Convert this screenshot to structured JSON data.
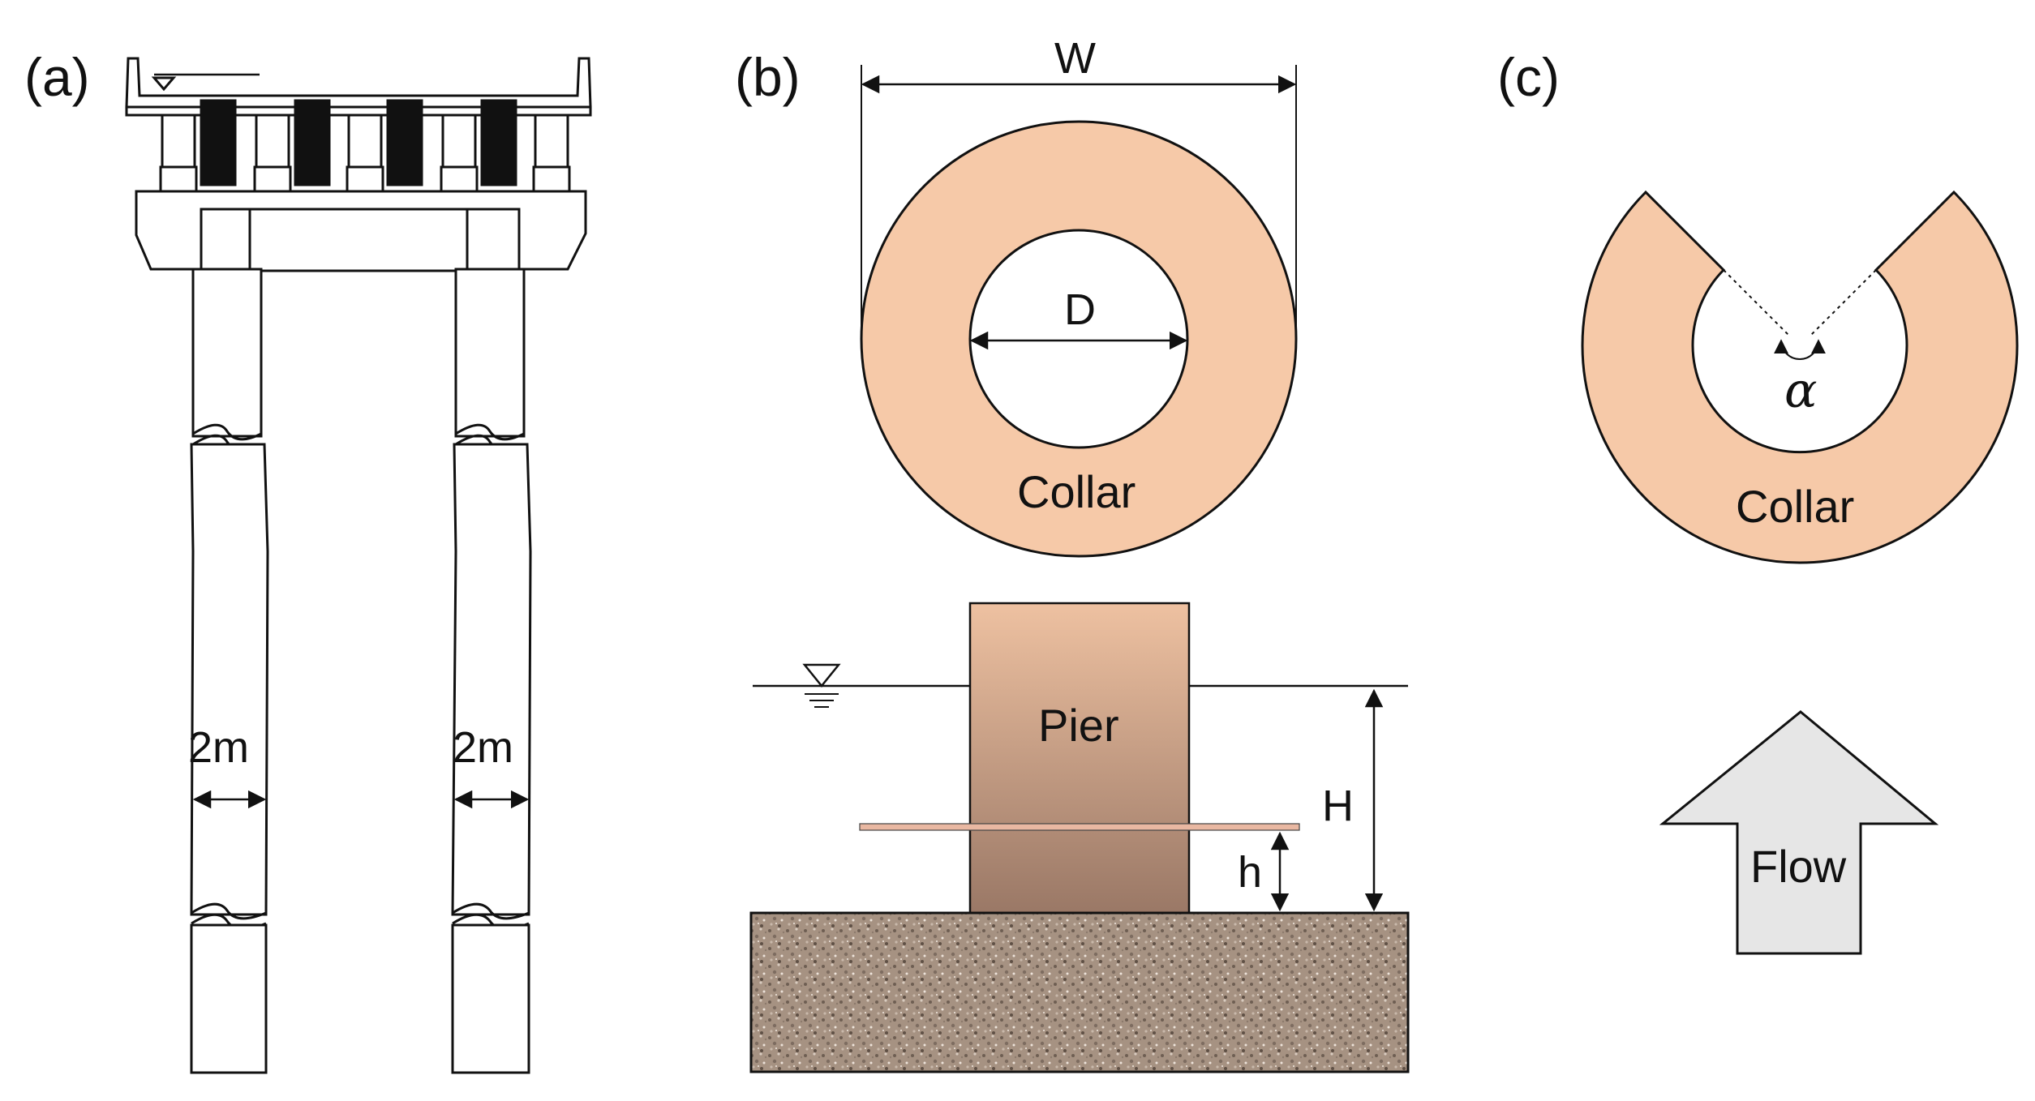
{
  "panels": {
    "a": {
      "label": "(a)",
      "left_pier_width": "2m",
      "right_pier_width": "2m"
    },
    "b": {
      "label": "(b)",
      "collar_outer_width": "W",
      "pier_diameter": "D",
      "collar_label": "Collar",
      "pier_label": "Pier",
      "water_depth": "H",
      "collar_elevation": "h"
    },
    "c": {
      "label": "(c)",
      "opening_angle": "α",
      "collar_label": "Collar",
      "flow_label": "Flow"
    }
  },
  "colors": {
    "collar": "#F6C9A8",
    "pier_top": "#EEC1A1",
    "pier_bottom": "#9A7866",
    "sediment": "#A69282",
    "flow_arrow": "#E6E6E6",
    "line": "#111111"
  }
}
